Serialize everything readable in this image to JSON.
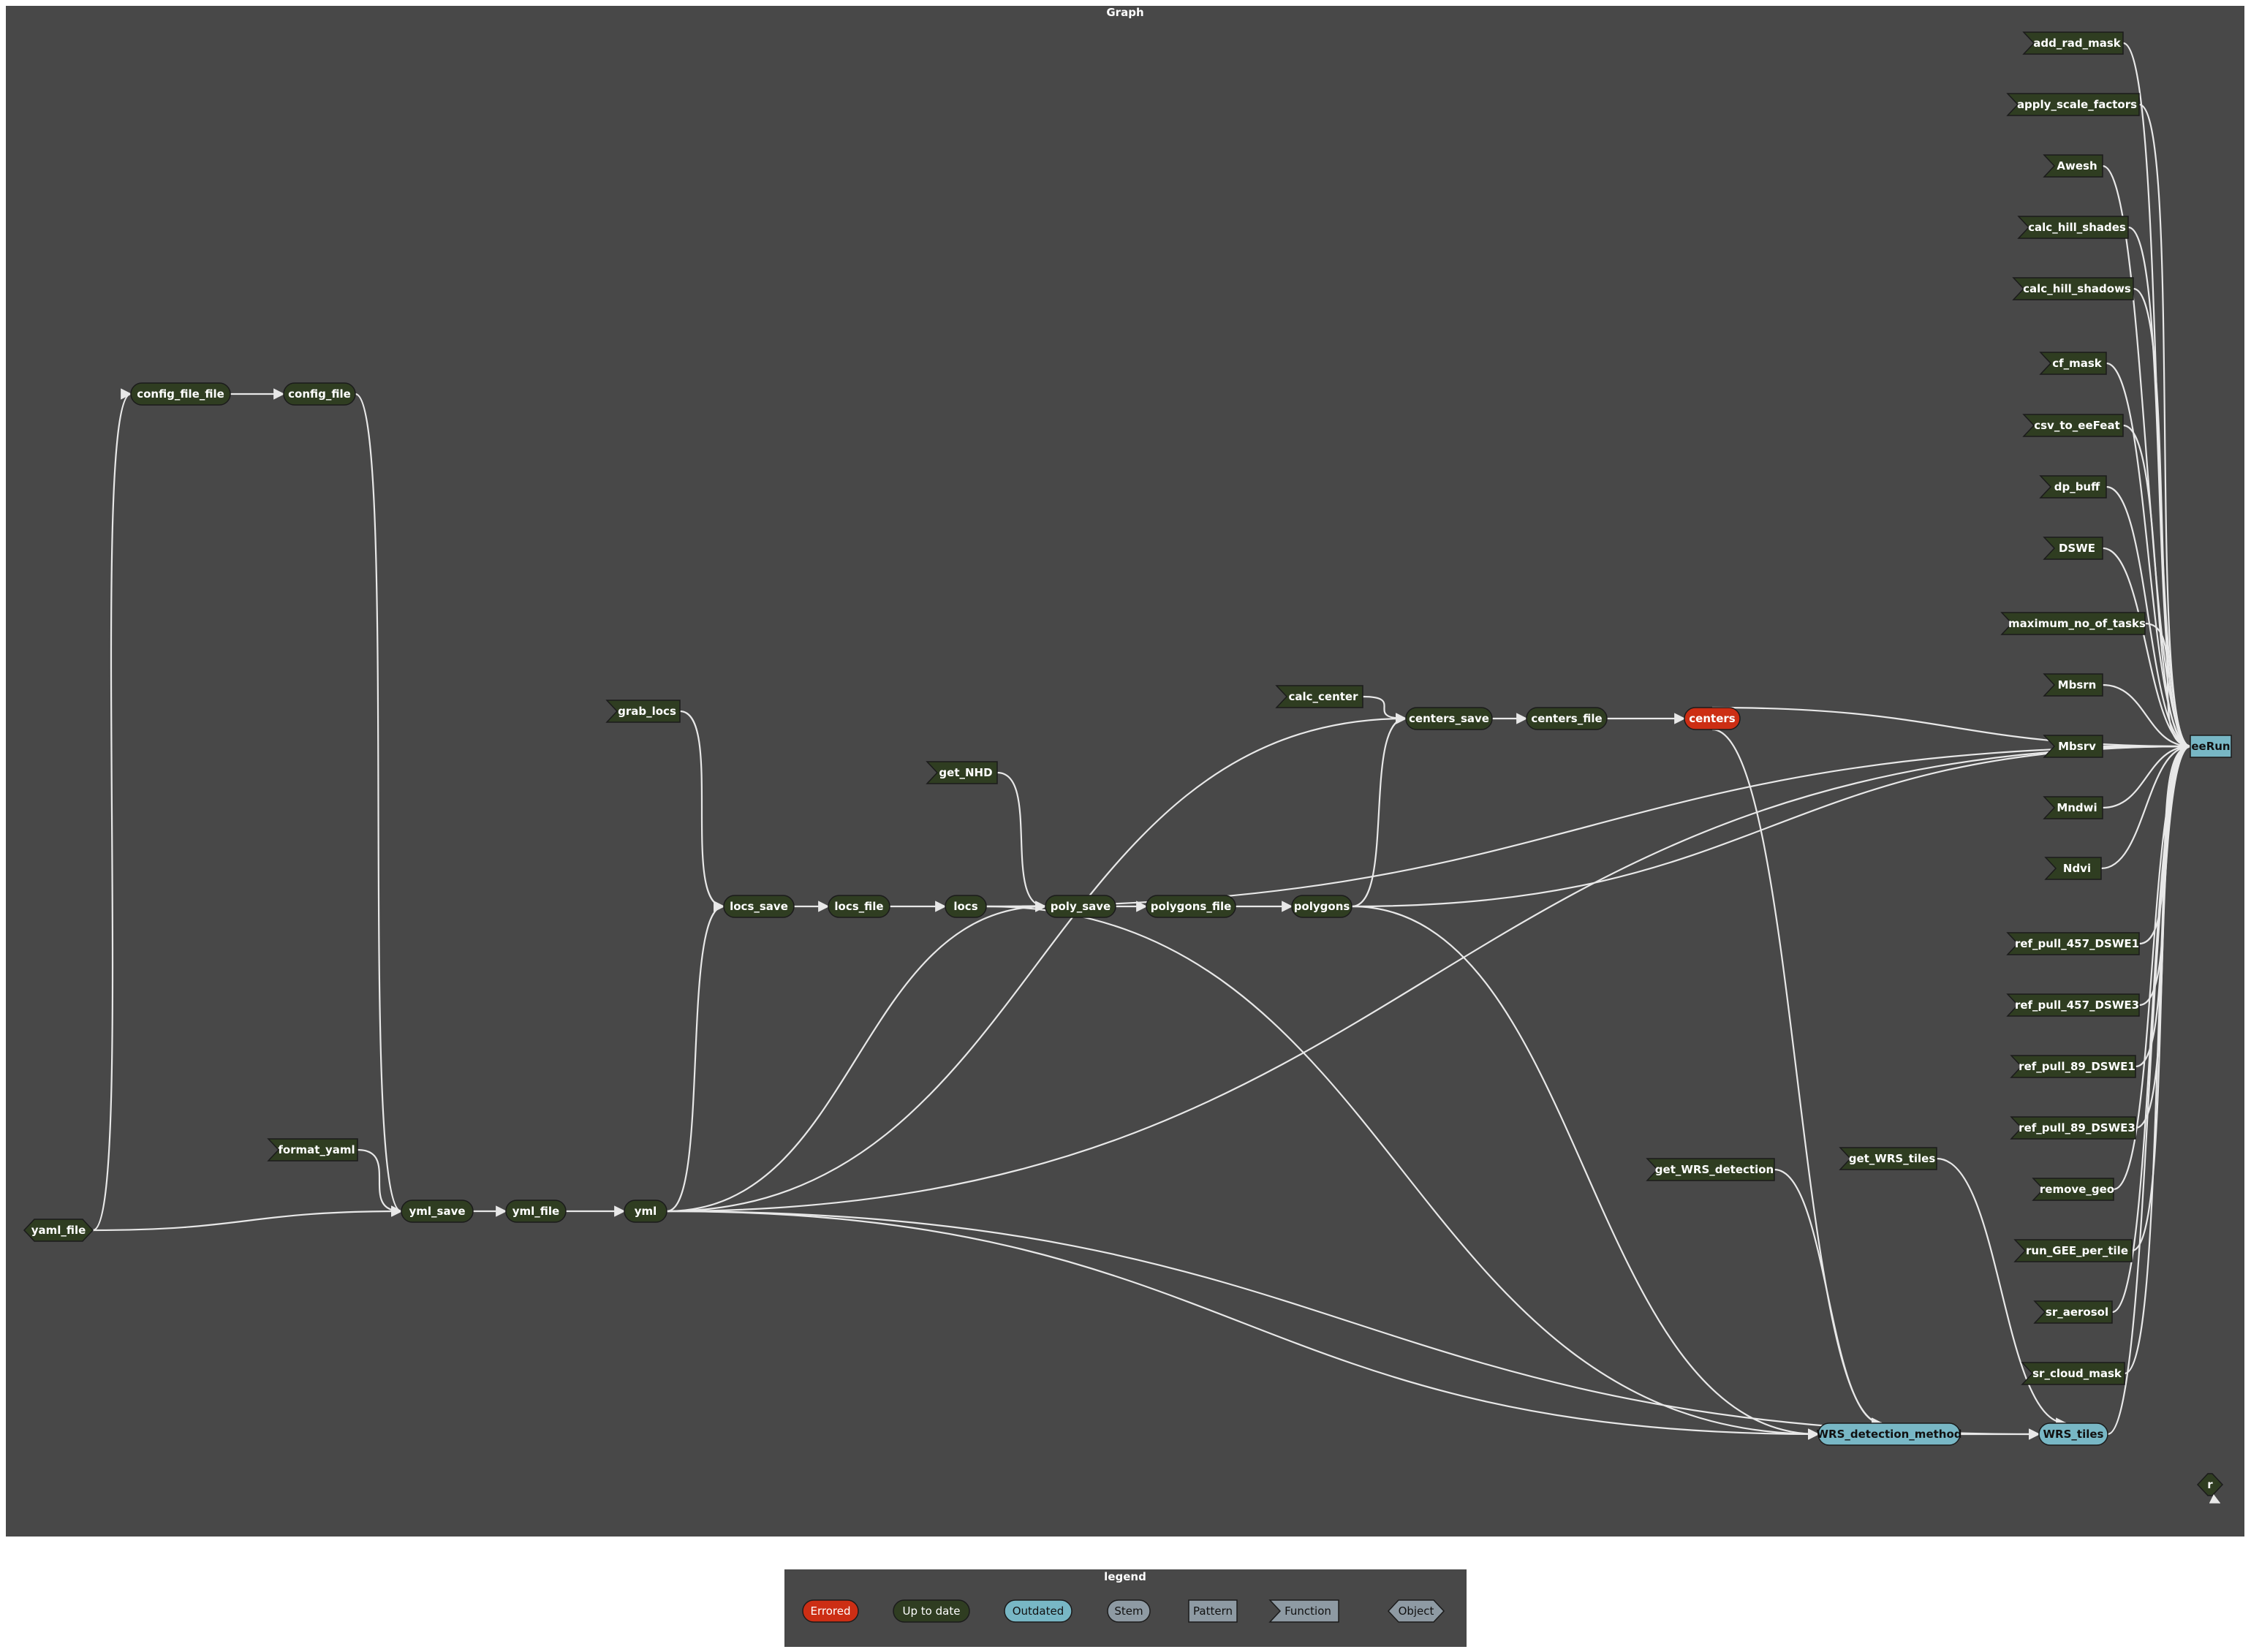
{
  "graph": {
    "title": "Graph",
    "colors": {
      "background": "#484848",
      "edge": "#e8e8e8",
      "up_to_date": "#2f3d21",
      "up_to_date_stroke": "#1c2512",
      "errored": "#cc2e14",
      "outdated": "#78b7c5",
      "stem": "#8e9aa3",
      "pattern": "#8e9aa3",
      "light_text": "#ffffff",
      "dark_text": "#111111"
    },
    "nodes": [
      {
        "id": "yaml_file",
        "label": "yaml_file",
        "shape": "hexagon",
        "status": "up_to_date"
      },
      {
        "id": "config_file_file",
        "label": "config_file_file",
        "shape": "stadium",
        "status": "up_to_date"
      },
      {
        "id": "config_file",
        "label": "config_file",
        "shape": "stadium",
        "status": "up_to_date"
      },
      {
        "id": "format_yaml",
        "label": "format_yaml",
        "shape": "flag",
        "status": "up_to_date"
      },
      {
        "id": "yml_save",
        "label": "yml_save",
        "shape": "stadium",
        "status": "up_to_date"
      },
      {
        "id": "yml_file",
        "label": "yml_file",
        "shape": "stadium",
        "status": "up_to_date"
      },
      {
        "id": "yml",
        "label": "yml",
        "shape": "stadium",
        "status": "up_to_date"
      },
      {
        "id": "grab_locs",
        "label": "grab_locs",
        "shape": "flag",
        "status": "up_to_date"
      },
      {
        "id": "locs_save",
        "label": "locs_save",
        "shape": "stadium",
        "status": "up_to_date"
      },
      {
        "id": "locs_file",
        "label": "locs_file",
        "shape": "stadium",
        "status": "up_to_date"
      },
      {
        "id": "locs",
        "label": "locs",
        "shape": "stadium",
        "status": "up_to_date"
      },
      {
        "id": "get_NHD",
        "label": "get_NHD",
        "shape": "flag",
        "status": "up_to_date"
      },
      {
        "id": "poly_save",
        "label": "poly_save",
        "shape": "stadium",
        "status": "up_to_date"
      },
      {
        "id": "polygons_file",
        "label": "polygons_file",
        "shape": "stadium",
        "status": "up_to_date"
      },
      {
        "id": "polygons",
        "label": "polygons",
        "shape": "stadium",
        "status": "up_to_date"
      },
      {
        "id": "calc_center",
        "label": "calc_center",
        "shape": "flag",
        "status": "up_to_date"
      },
      {
        "id": "centers_save",
        "label": "centers_save",
        "shape": "stadium",
        "status": "up_to_date"
      },
      {
        "id": "centers_file",
        "label": "centers_file",
        "shape": "stadium",
        "status": "up_to_date"
      },
      {
        "id": "centers",
        "label": "centers",
        "shape": "stadium",
        "status": "errored"
      },
      {
        "id": "get_WRS_detection",
        "label": "get_WRS_detection",
        "shape": "flag",
        "status": "up_to_date"
      },
      {
        "id": "get_WRS_tiles",
        "label": "get_WRS_tiles",
        "shape": "flag",
        "status": "up_to_date"
      },
      {
        "id": "WRS_detection_method",
        "label": "WRS_detection_method",
        "shape": "stadium",
        "status": "outdated"
      },
      {
        "id": "WRS_tiles",
        "label": "WRS_tiles",
        "shape": "stadium",
        "status": "outdated"
      },
      {
        "id": "eeRun",
        "label": "eeRun",
        "shape": "rect",
        "status": "outdated"
      },
      {
        "id": "r",
        "label": "r",
        "shape": "hexagon",
        "status": "up_to_date"
      },
      {
        "id": "add_rad_mask",
        "label": "add_rad_mask",
        "shape": "flag",
        "status": "up_to_date"
      },
      {
        "id": "apply_scale_factors",
        "label": "apply_scale_factors",
        "shape": "flag",
        "status": "up_to_date"
      },
      {
        "id": "Awesh",
        "label": "Awesh",
        "shape": "flag",
        "status": "up_to_date"
      },
      {
        "id": "calc_hill_shades",
        "label": "calc_hill_shades",
        "shape": "flag",
        "status": "up_to_date"
      },
      {
        "id": "calc_hill_shadows",
        "label": "calc_hill_shadows",
        "shape": "flag",
        "status": "up_to_date"
      },
      {
        "id": "cf_mask",
        "label": "cf_mask",
        "shape": "flag",
        "status": "up_to_date"
      },
      {
        "id": "csv_to_eeFeat",
        "label": "csv_to_eeFeat",
        "shape": "flag",
        "status": "up_to_date"
      },
      {
        "id": "dp_buff",
        "label": "dp_buff",
        "shape": "flag",
        "status": "up_to_date"
      },
      {
        "id": "DSWE",
        "label": "DSWE",
        "shape": "flag",
        "status": "up_to_date"
      },
      {
        "id": "maximum_no_of_tasks",
        "label": "maximum_no_of_tasks",
        "shape": "flag",
        "status": "up_to_date"
      },
      {
        "id": "Mbsrn",
        "label": "Mbsrn",
        "shape": "flag",
        "status": "up_to_date"
      },
      {
        "id": "Mbsrv",
        "label": "Mbsrv",
        "shape": "flag",
        "status": "up_to_date"
      },
      {
        "id": "Mndwi",
        "label": "Mndwi",
        "shape": "flag",
        "status": "up_to_date"
      },
      {
        "id": "Ndvi",
        "label": "Ndvi",
        "shape": "flag",
        "status": "up_to_date"
      },
      {
        "id": "ref_pull_457_DSWE1",
        "label": "ref_pull_457_DSWE1",
        "shape": "flag",
        "status": "up_to_date"
      },
      {
        "id": "ref_pull_457_DSWE3",
        "label": "ref_pull_457_DSWE3",
        "shape": "flag",
        "status": "up_to_date"
      },
      {
        "id": "ref_pull_89_DSWE1",
        "label": "ref_pull_89_DSWE1",
        "shape": "flag",
        "status": "up_to_date"
      },
      {
        "id": "ref_pull_89_DSWE3",
        "label": "ref_pull_89_DSWE3",
        "shape": "flag",
        "status": "up_to_date"
      },
      {
        "id": "remove_geo",
        "label": "remove_geo",
        "shape": "flag",
        "status": "up_to_date"
      },
      {
        "id": "run_GEE_per_tile",
        "label": "run_GEE_per_tile",
        "shape": "flag",
        "status": "up_to_date"
      },
      {
        "id": "sr_aerosol",
        "label": "sr_aerosol",
        "shape": "flag",
        "status": "up_to_date"
      },
      {
        "id": "sr_cloud_mask",
        "label": "sr_cloud_mask",
        "shape": "flag",
        "status": "up_to_date"
      }
    ],
    "edges": [
      [
        "yaml_file",
        "config_file_file"
      ],
      [
        "yaml_file",
        "yml_save"
      ],
      [
        "config_file_file",
        "config_file"
      ],
      [
        "config_file",
        "yml_save"
      ],
      [
        "format_yaml",
        "yml_save"
      ],
      [
        "yml_save",
        "yml_file"
      ],
      [
        "yml_file",
        "yml"
      ],
      [
        "yml",
        "locs_save"
      ],
      [
        "yml",
        "poly_save"
      ],
      [
        "yml",
        "centers_save"
      ],
      [
        "yml",
        "WRS_detection_method"
      ],
      [
        "yml",
        "WRS_tiles"
      ],
      [
        "yml",
        "eeRun"
      ],
      [
        "grab_locs",
        "locs_save"
      ],
      [
        "locs_save",
        "locs_file"
      ],
      [
        "locs_file",
        "locs"
      ],
      [
        "locs",
        "poly_save"
      ],
      [
        "locs",
        "eeRun"
      ],
      [
        "locs",
        "WRS_detection_method"
      ],
      [
        "get_NHD",
        "poly_save"
      ],
      [
        "poly_save",
        "polygons_file"
      ],
      [
        "polygons_file",
        "polygons"
      ],
      [
        "polygons",
        "centers_save"
      ],
      [
        "polygons",
        "eeRun"
      ],
      [
        "polygons",
        "WRS_detection_method"
      ],
      [
        "calc_center",
        "centers_save"
      ],
      [
        "centers_save",
        "centers_file"
      ],
      [
        "centers_file",
        "centers"
      ],
      [
        "centers",
        "eeRun"
      ],
      [
        "centers",
        "WRS_detection_method"
      ],
      [
        "get_WRS_detection",
        "WRS_detection_method"
      ],
      [
        "get_WRS_tiles",
        "WRS_tiles"
      ],
      [
        "WRS_detection_method",
        "WRS_tiles"
      ],
      [
        "WRS_tiles",
        "eeRun"
      ],
      [
        "add_rad_mask",
        "eeRun"
      ],
      [
        "apply_scale_factors",
        "eeRun"
      ],
      [
        "Awesh",
        "eeRun"
      ],
      [
        "calc_hill_shades",
        "eeRun"
      ],
      [
        "calc_hill_shadows",
        "eeRun"
      ],
      [
        "cf_mask",
        "eeRun"
      ],
      [
        "csv_to_eeFeat",
        "eeRun"
      ],
      [
        "dp_buff",
        "eeRun"
      ],
      [
        "DSWE",
        "eeRun"
      ],
      [
        "maximum_no_of_tasks",
        "eeRun"
      ],
      [
        "Mbsrn",
        "eeRun"
      ],
      [
        "Mbsrv",
        "eeRun"
      ],
      [
        "Mndwi",
        "eeRun"
      ],
      [
        "Ndvi",
        "eeRun"
      ],
      [
        "ref_pull_457_DSWE1",
        "eeRun"
      ],
      [
        "ref_pull_457_DSWE3",
        "eeRun"
      ],
      [
        "ref_pull_89_DSWE1",
        "eeRun"
      ],
      [
        "ref_pull_89_DSWE3",
        "eeRun"
      ],
      [
        "remove_geo",
        "eeRun"
      ],
      [
        "run_GEE_per_tile",
        "eeRun"
      ],
      [
        "sr_aerosol",
        "eeRun"
      ],
      [
        "sr_cloud_mask",
        "eeRun"
      ]
    ]
  },
  "legend": {
    "title": "legend",
    "items": [
      {
        "label": "Errored",
        "shape": "stadium",
        "status": "errored"
      },
      {
        "label": "Up to date",
        "shape": "stadium",
        "status": "up_to_date"
      },
      {
        "label": "Outdated",
        "shape": "stadium",
        "status": "outdated"
      },
      {
        "label": "Stem",
        "shape": "stadium",
        "status": "stem"
      },
      {
        "label": "Pattern",
        "shape": "rect",
        "status": "pattern"
      },
      {
        "label": "Function",
        "shape": "flag",
        "status": "stem"
      },
      {
        "label": "Object",
        "shape": "hexagon",
        "status": "stem"
      }
    ]
  }
}
